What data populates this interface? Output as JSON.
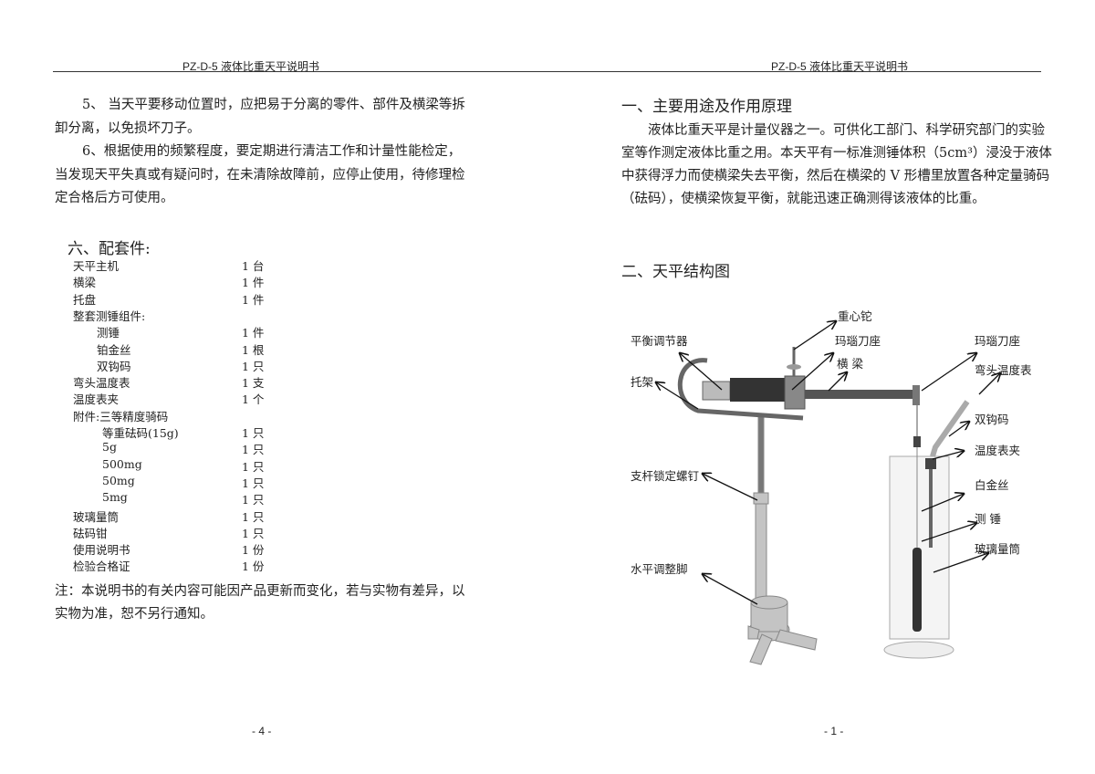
{
  "left_page": {
    "header": "PZ-D-5 液体比重天平说明书",
    "paragraph5": [
      "5、 当天平要移动位置时，应把易于分离的零件、部件及横梁等拆",
      "卸分离，以免损坏刀子。"
    ],
    "paragraph6": [
      "6、根据使用的频繁程度，要定期进行清洁工作和计量性能检定，",
      "当发现天平失真或有疑问时，在未清除故障前，应停止使用，待修理检",
      "定合格后方可使用。"
    ],
    "section_title": "六、配套件:",
    "items": [
      {
        "name": "天平主机",
        "qty": "1 台",
        "indent": 0
      },
      {
        "name": "横梁",
        "qty": "1 件",
        "indent": 0
      },
      {
        "name": "托盘",
        "qty": "1 件",
        "indent": 0
      },
      {
        "name": "整套测锤组件:",
        "qty": "",
        "indent": 0
      },
      {
        "name": "测锤",
        "qty": "1 件",
        "indent": 1
      },
      {
        "name": "铂金丝",
        "qty": "1 根",
        "indent": 1
      },
      {
        "name": "双钩码",
        "qty": "1 只",
        "indent": 1
      },
      {
        "name": "弯头温度表",
        "qty": "1 支",
        "indent": 0
      },
      {
        "name": "温度表夹",
        "qty": "1 个",
        "indent": 0
      },
      {
        "name": "附件:三等精度骑码",
        "qty": "",
        "indent": 0
      },
      {
        "name": "等重砝码(15g)",
        "qty": "1 只",
        "indent": 2
      },
      {
        "name": "5g",
        "qty": "1 只",
        "indent": 2
      },
      {
        "name": "500mg",
        "qty": "1 只",
        "indent": 2
      },
      {
        "name": "50mg",
        "qty": "1 只",
        "indent": 2
      },
      {
        "name": "5mg",
        "qty": "1 只",
        "indent": 2
      },
      {
        "name": "玻璃量筒",
        "qty": "1 只",
        "indent": 0
      },
      {
        "name": "砝码钳",
        "qty": "1 只",
        "indent": 0
      },
      {
        "name": "使用说明书",
        "qty": "1 份",
        "indent": 0
      },
      {
        "name": "检验合格证",
        "qty": "1 份",
        "indent": 0
      }
    ],
    "note": [
      "注：本说明书的有关内容可能因产品更新而变化，若与实物有差异，以",
      "实物为准，恕不另行通知。"
    ],
    "page_number": "- 4 -"
  },
  "right_page": {
    "header": "PZ-D-5 液体比重天平说明书",
    "section1_title": "一、主要用途及作用原理",
    "section1_text": [
      "液体比重天平是计量仪器之一。可供化工部门、科学研究部门的实验",
      "室等作测定液体比重之用。本天平有一标准测锤体积（5cm³）浸没于液体",
      "中获得浮力而使横梁失去平衡，然后在横梁的 V 形槽里放置各种定量骑码",
      "（砝码），使横梁恢复平衡，就能迅速正确测得该液体的比重。"
    ],
    "section2_title": "二、天平结构图",
    "diagram_labels": {
      "counterweight": "重心铊",
      "balance_adjuster": "平衡调节器",
      "agate_seat_mid": "玛瑙刀座",
      "agate_seat_right": "玛瑙刀座",
      "beam": "横 梁",
      "thermometer": "弯头温度表",
      "bracket": "托架",
      "double_hook": "双钩码",
      "thermo_clip": "温度表夹",
      "lock_screw": "支杆锁定螺钉",
      "platinum_wire": "白金丝",
      "plummet": "测 锤",
      "cylinder": "玻璃量筒",
      "leveling_foot": "水平调整脚"
    },
    "page_number": "- 1 -"
  }
}
